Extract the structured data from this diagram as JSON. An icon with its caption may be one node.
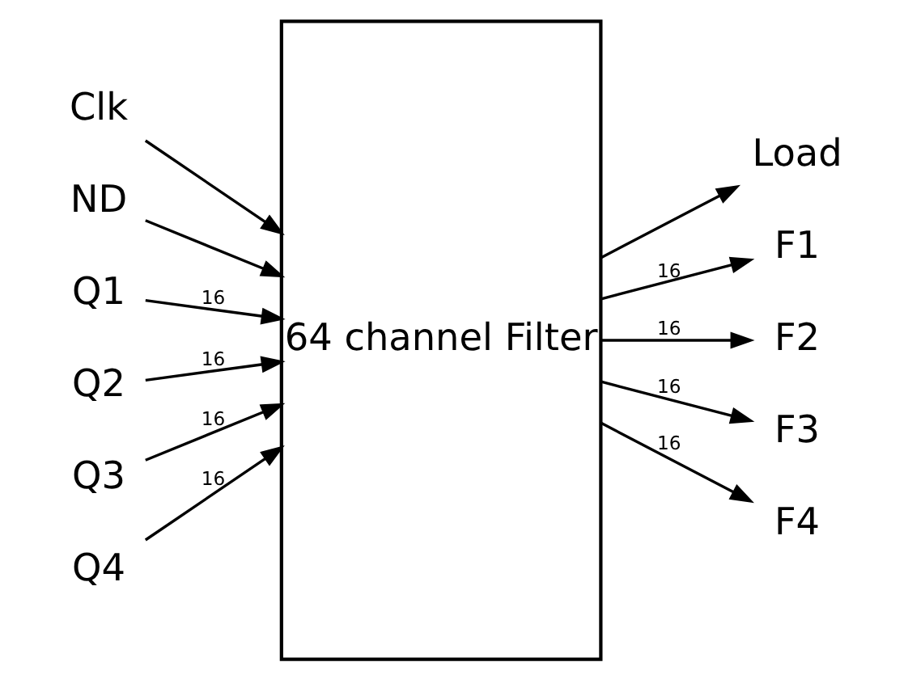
{
  "diagram": {
    "nodes": [
      {
        "text": [
          "Clk"
        ]
      },
      {
        "text": [
          "ND"
        ]
      },
      {
        "text": [
          "Q1"
        ]
      },
      {
        "text": [
          "Q2"
        ]
      },
      {
        "text": [
          "Q3"
        ]
      },
      {
        "text": [
          "Q4"
        ]
      },
      {
        "text": [
          "64 channel Filter"
        ]
      },
      {
        "text": [
          "Load"
        ]
      },
      {
        "text": [
          "F1"
        ]
      },
      {
        "text": [
          "F2"
        ]
      },
      {
        "text": [
          "F3"
        ]
      },
      {
        "text": [
          "F4"
        ]
      }
    ],
    "edges": [
      {
        "from": 0,
        "to": 6,
        "arrow": "to"
      },
      {
        "from": 1,
        "to": 6,
        "arrow": "to"
      },
      {
        "from": 2,
        "to": 6,
        "arrow": "to",
        "label": "16"
      },
      {
        "from": 3,
        "to": 6,
        "arrow": "to",
        "label": "16"
      },
      {
        "from": 4,
        "to": 6,
        "arrow": "to",
        "label": "16"
      },
      {
        "from": 5,
        "to": 6,
        "arrow": "to",
        "label": "16"
      },
      {
        "from": 6,
        "to": 7,
        "arrow": "to"
      },
      {
        "from": 6,
        "to": 8,
        "arrow": "to",
        "label": "16"
      },
      {
        "from": 6,
        "to": 9,
        "arrow": "to",
        "label": "16"
      },
      {
        "from": 6,
        "to": 10,
        "arrow": "to",
        "label": "16"
      },
      {
        "from": 6,
        "to": 11,
        "arrow": "to",
        "label": "16"
      }
    ]
  }
}
